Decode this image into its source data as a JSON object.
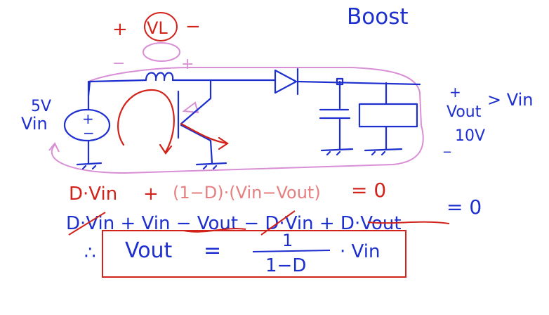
{
  "board": {
    "title": "Boost",
    "colors": {
      "ink_blue": "#1d2fcf",
      "ink_red": "#d2231b",
      "ink_pink": "#d98fd6",
      "background": "#ffffff"
    },
    "source": {
      "value_label": "5V",
      "name_label": "Vin",
      "plus_sign": "+",
      "minus_sign": "−"
    },
    "inductor": {
      "voltage_label": "VL",
      "plus_sign": "+",
      "minus_sign": "−",
      "lower_minus": "−",
      "lower_plus": "+"
    },
    "output": {
      "plus_sign": "+",
      "vout_label": "Vout",
      "relation": "> Vin",
      "value_label": "10V",
      "minus_sign": "_"
    },
    "equations": {
      "line1": {
        "d_vin": "D·Vin",
        "plus": "+",
        "term": "(1−D)·(Vin−Vout)",
        "equals_zero": "= 0"
      },
      "line2": {
        "expression": "D·Vin + Vin − Vout − D·Vin + D·Vout",
        "equals_zero": "= 0"
      },
      "result": {
        "therefore": "∴",
        "vout": "Vout",
        "equals": "=",
        "numerator": "1",
        "denominator": "1−D",
        "times_vin": "· Vin"
      }
    }
  }
}
